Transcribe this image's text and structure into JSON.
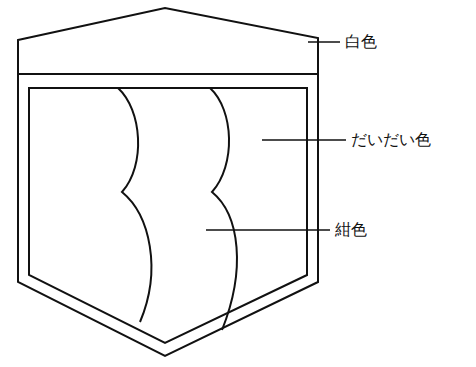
{
  "diagram": {
    "labels": [
      "白色",
      "だいだい色",
      "紺色"
    ]
  }
}
